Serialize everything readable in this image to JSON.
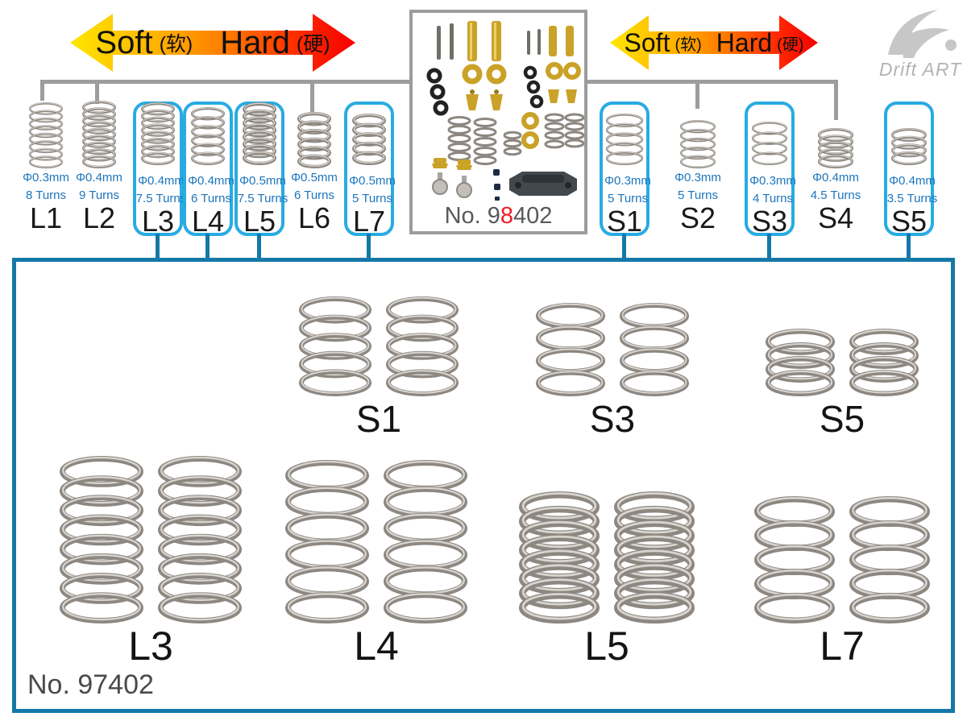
{
  "brand": {
    "logo_text": "Drift ART"
  },
  "legend": {
    "soft_label": "Soft",
    "soft_zh": "(软)",
    "hard_label": "Hard",
    "hard_zh": "(硬)"
  },
  "kit_box": {
    "number_prefix": "No. 9",
    "number_red_digit": "8",
    "number_suffix": "402"
  },
  "springs_top": [
    {
      "id": "L1",
      "diameter": "Φ0.3mm",
      "turns": "8 Turns",
      "coils": 8,
      "highlighted": false
    },
    {
      "id": "L2",
      "diameter": "Φ0.4mm",
      "turns": "9 Turns",
      "coils": 9,
      "highlighted": false
    },
    {
      "id": "L3",
      "diameter": "Φ0.4mm",
      "turns": "7.5 Turns",
      "coils": 7.5,
      "highlighted": true
    },
    {
      "id": "L4",
      "diameter": "Φ0.4mm",
      "turns": "6 Turns",
      "coils": 6,
      "highlighted": true
    },
    {
      "id": "L5",
      "diameter": "Φ0.5mm",
      "turns": "7.5 Turns",
      "coils": 7.5,
      "highlighted": true
    },
    {
      "id": "L6",
      "diameter": "Φ0.5mm",
      "turns": "6 Turns",
      "coils": 6,
      "highlighted": false
    },
    {
      "id": "L7",
      "diameter": "Φ0.5mm",
      "turns": "5 Turns",
      "coils": 5,
      "highlighted": true
    },
    {
      "id": "S1",
      "diameter": "Φ0.3mm",
      "turns": "5 Turns",
      "coils": 5,
      "highlighted": true
    },
    {
      "id": "S2",
      "diameter": "Φ0.3mm",
      "turns": "5 Turns",
      "coils": 5,
      "highlighted": false
    },
    {
      "id": "S3",
      "diameter": "Φ0.3mm",
      "turns": "4 Turns",
      "coils": 4,
      "highlighted": true
    },
    {
      "id": "S4",
      "diameter": "Φ0.4mm",
      "turns": "4.5 Turns",
      "coils": 4.5,
      "highlighted": false
    },
    {
      "id": "S5",
      "diameter": "Φ0.4mm",
      "turns": "3.5 Turns",
      "coils": 3.5,
      "highlighted": true
    }
  ],
  "set_box": {
    "number": "No. 97402",
    "top_row": [
      {
        "id": "S1",
        "coils": 5
      },
      {
        "id": "S3",
        "coils": 4
      },
      {
        "id": "S5",
        "coils": 3.5
      }
    ],
    "bottom_row": [
      {
        "id": "L3",
        "coils": 7.5
      },
      {
        "id": "L4",
        "coils": 6
      },
      {
        "id": "L5",
        "coils": 7.5
      },
      {
        "id": "L7",
        "coils": 5
      }
    ]
  },
  "colors": {
    "highlight_cyan": "#29ABE2",
    "set_border_blue": "#1578A8",
    "connector_gray": "#9D9D9D",
    "spec_text_blue": "#1C75BC",
    "red_digit": "#ED1C24",
    "kit_border_gray": "#9C9C9C",
    "label_black": "#1A1A1A",
    "logo_gray": "#B3B3B3",
    "arrow_soft_yellow": "#FFE600",
    "arrow_hard_red": "#FF0000"
  }
}
